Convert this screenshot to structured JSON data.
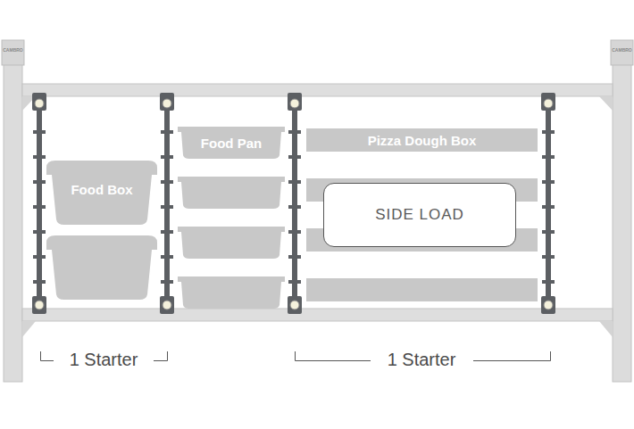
{
  "diagram": {
    "nodes": [
      {
        "text": [
          "Food Box"
        ]
      },
      {
        "text": [
          "Food Pan"
        ]
      },
      {
        "text": [
          "Pizza Dough Box"
        ]
      },
      {
        "text": [
          "SIDE LOAD"
        ]
      }
    ],
    "labels": [
      "CAMBRO",
      "CAMBRO",
      "1 Starter",
      "1 Starter"
    ]
  }
}
